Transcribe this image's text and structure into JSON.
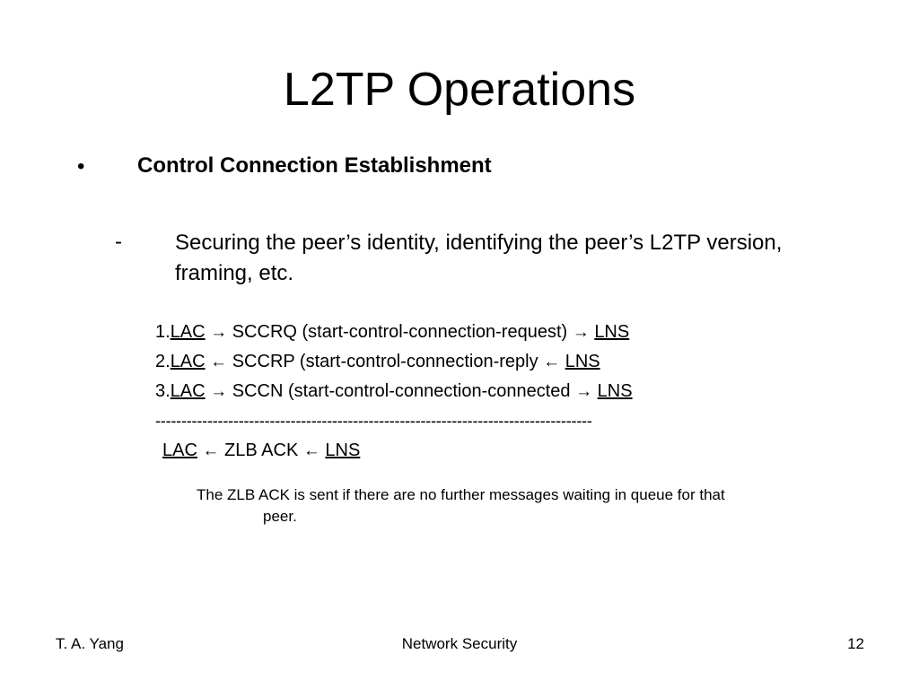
{
  "slide": {
    "title": "L2TP Operations",
    "bullet1": {
      "mark": "•",
      "text": "Control Connection Establishment"
    },
    "bullet2": {
      "mark": "-",
      "text": "Securing the peer’s identity, identifying the peer’s L2TP version, framing, etc."
    },
    "steps": [
      {
        "num": "1.",
        "left": "LAC",
        "arrow1": "→",
        "middle": "SCCRQ (start-control-connection-request)",
        "arrow2": "→",
        "right": "LNS"
      },
      {
        "num": "2.",
        "left": "LAC",
        "arrow1": "←",
        "middle": "SCCRP (start-control-connection-reply",
        "arrow2": "←",
        "right": "LNS"
      },
      {
        "num": "3.",
        "left": "LAC",
        "arrow1": "→",
        "middle": "SCCN (start-control-connection-connected",
        "arrow2": "→",
        "right": "LNS"
      }
    ],
    "separator": "------------------------------------------------------------------------------------",
    "ack": {
      "left": "LAC",
      "arrow1": "←",
      "middle": "ZLB ACK",
      "arrow2": "←",
      "right": "LNS"
    },
    "note_line1": "The ZLB ACK is sent if there are no further messages waiting in queue for that",
    "note_line2": "peer."
  },
  "footer": {
    "left": "T. A. Yang",
    "center": "Network Security",
    "right": "12"
  }
}
